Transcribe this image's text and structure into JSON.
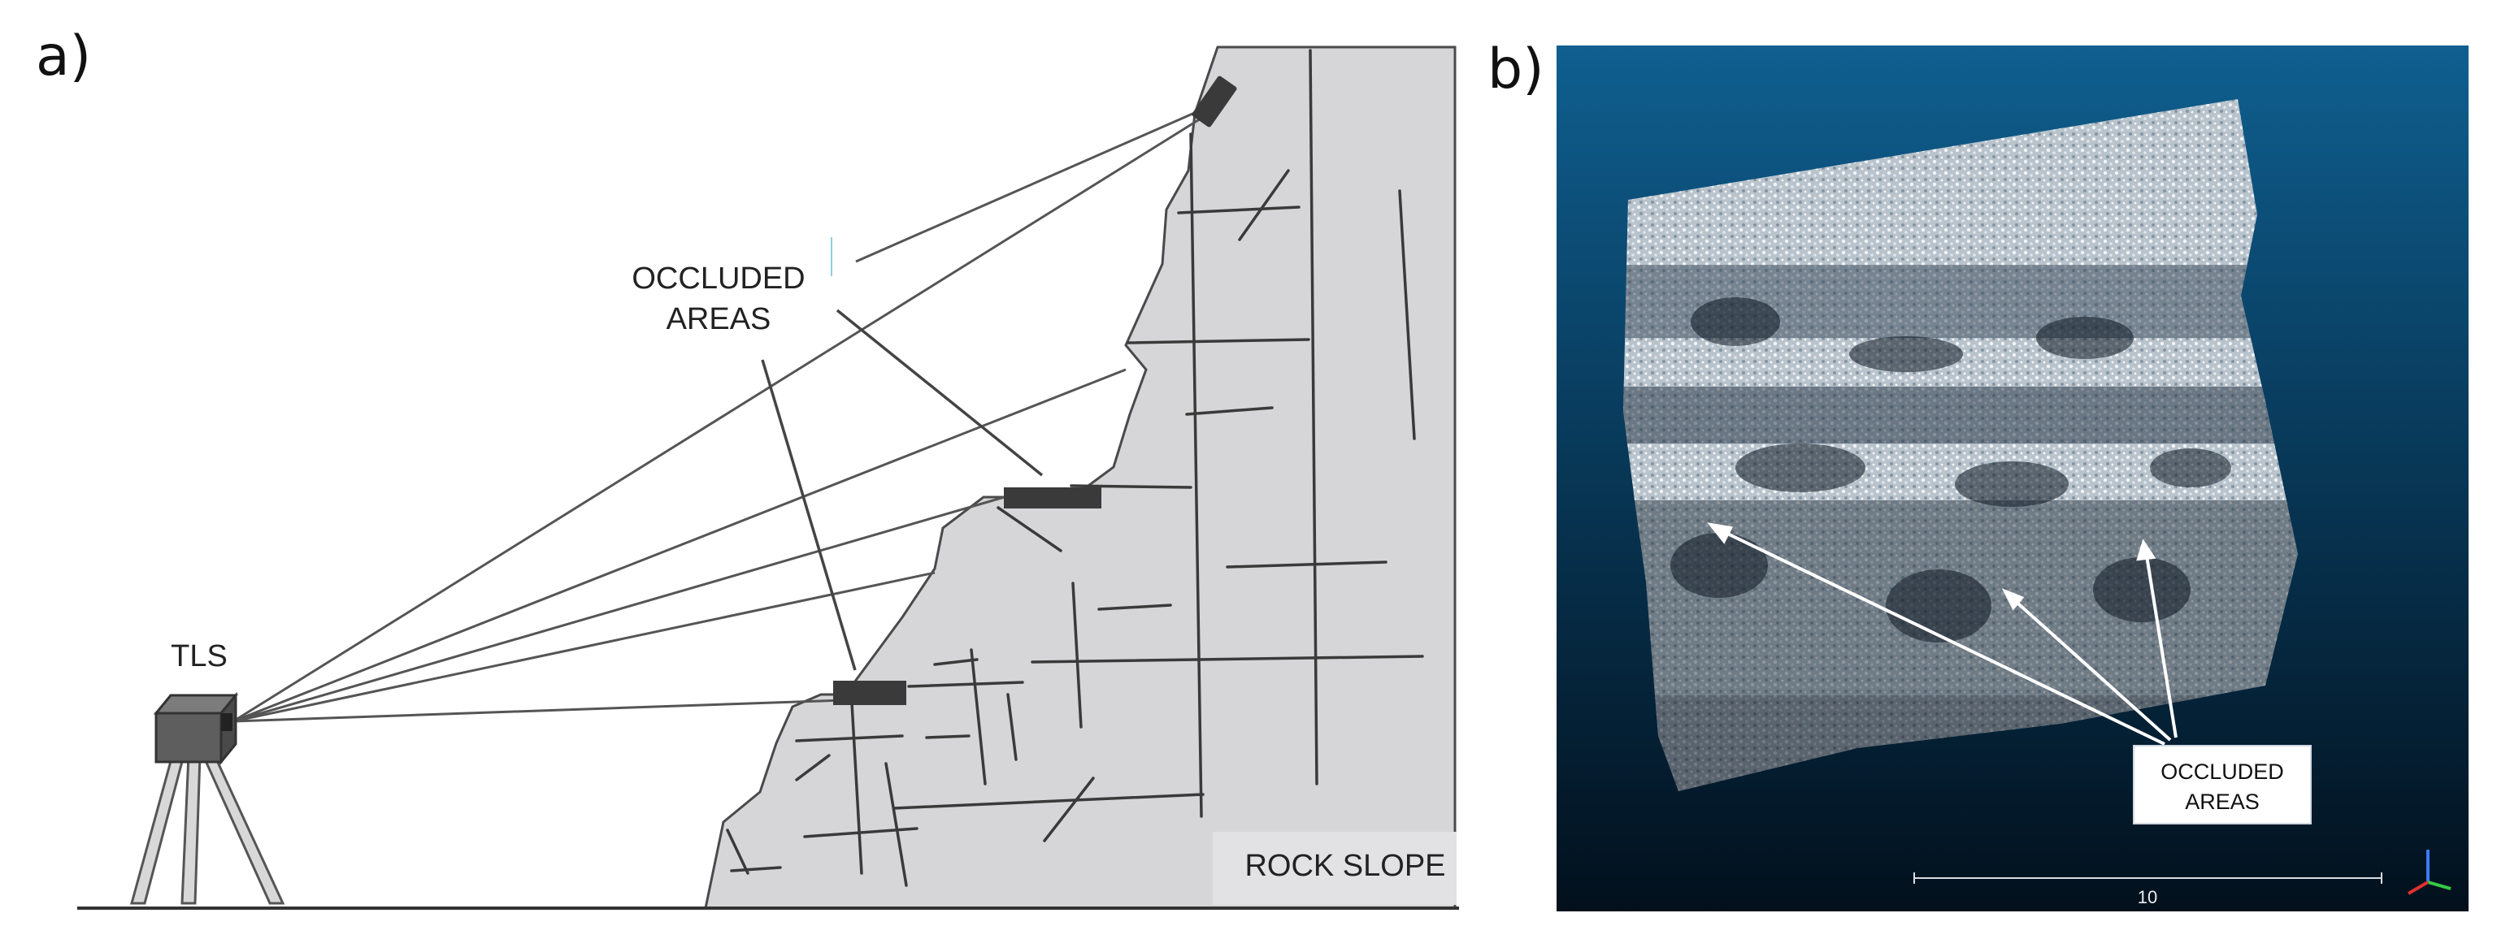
{
  "panel_a": {
    "label": "a)",
    "scanner_label": "TLS",
    "callout_line1": "OCCLUDED",
    "callout_line2": "AREAS",
    "slope_label": "ROCK SLOPE"
  },
  "panel_b": {
    "label": "b)",
    "callout_line1": "OCCLUDED",
    "callout_line2": "AREAS",
    "scale_value": "10"
  },
  "colors": {
    "rock_fill": "#d6d6d8",
    "line": "#333333",
    "occlusion_mark": "#3a3a3a",
    "scanner": "#5a5a5a",
    "pointcloud_bg_top": "#0f5f90",
    "pointcloud_bg_bottom": "#02101c"
  }
}
